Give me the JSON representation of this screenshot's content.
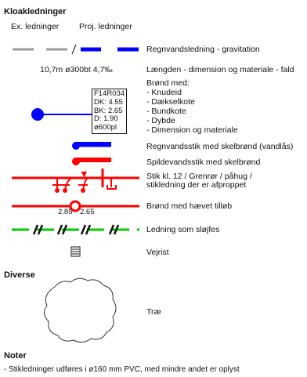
{
  "sections": {
    "kloak": "Kloakledninger",
    "diverse": "Diverse",
    "noter": "Noter"
  },
  "col_headers": {
    "existing": "Ex. ledninger",
    "projected": "Proj. ledninger"
  },
  "legend": {
    "gravity": "Regnvandsledning - gravitation",
    "length_desc": "Længden - dimension og materiale - fald",
    "length_sample": "10,7m ø300bt 4,7‰",
    "well_desc": "Brønd med:\n- Knudeid\n- Dækselkote\n- Bundkote\n- Dybde\n- Dimension og materiale",
    "well_box": "F14R034\nDK: 4.55\nBK: 2.65\nD: 1.90\nø600pl",
    "rain_conn": "Regnvandsstik med skelbrønd (vandlås)",
    "waste_conn": "Spildevandsstik med skelbrønd",
    "branches": "Stik kl. 12 / Grenrør / påhug /\nstikledning der er afproppet",
    "raised_inlet": "Brønd med hævet tilløb",
    "raised_left": "2.85",
    "raised_right": "2.65",
    "removed": "Ledning som sløjfes",
    "road_grate": "Vejrist",
    "tree": "Træ"
  },
  "notes": {
    "line1": "- Stikledninger udføres i ø160 mm PVC, med mindre andet er oplyst"
  },
  "colors": {
    "existing": "#999999",
    "projected": "#0000ff",
    "waste": "#ff0000",
    "removed": "#00cc00"
  },
  "icons": {
    "well": "blue-circle-well-icon",
    "rain_conn": "blue-connection-icon",
    "waste_conn": "red-connection-icon",
    "grate": "road-grate-icon",
    "tree": "tree-outline-icon"
  }
}
